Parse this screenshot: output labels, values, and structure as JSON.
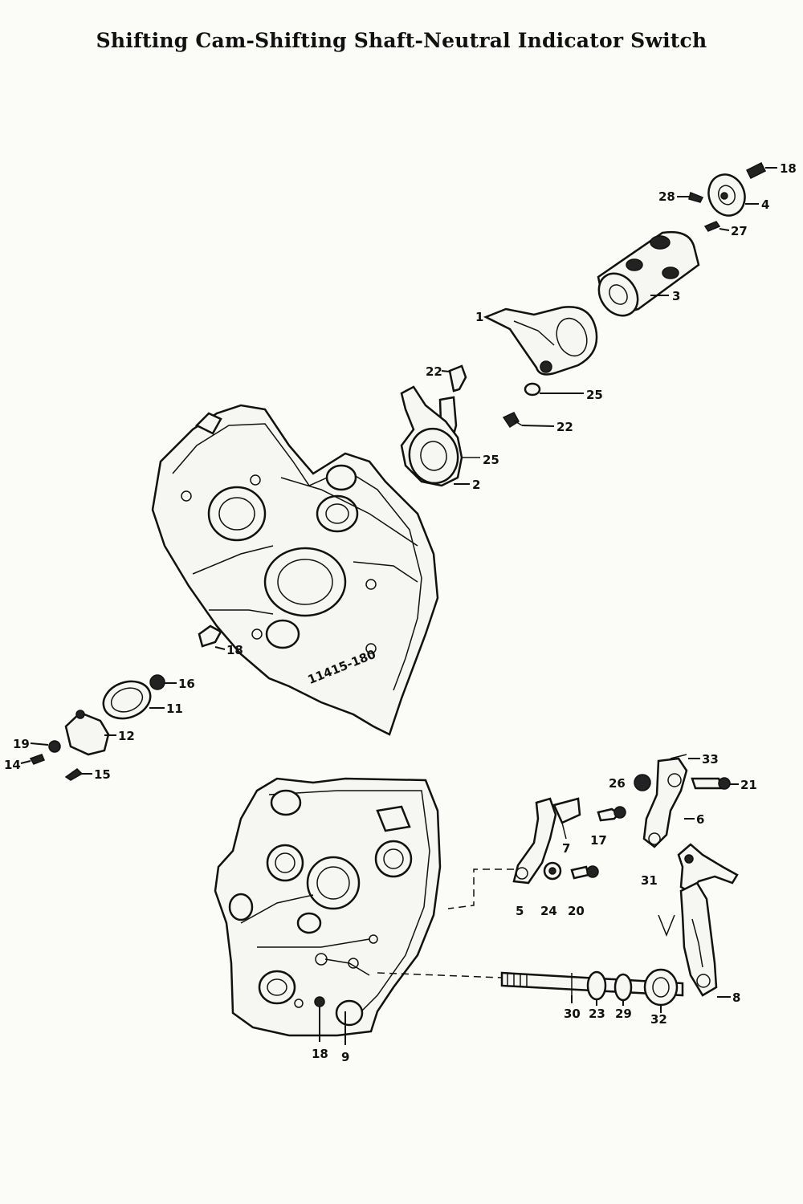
{
  "title": "Shifting Cam-Shifting Shaft-Neutral Indicator Switch",
  "case_stamp": "11415-180",
  "callouts": {
    "c18a": "18",
    "c4": "4",
    "c28": "28",
    "c27": "27",
    "c3": "3",
    "c1": "1",
    "c22a": "22",
    "c25a": "25",
    "c22b": "22",
    "c25b": "25",
    "c2": "2",
    "c18b": "18",
    "c16": "16",
    "c11": "11",
    "c12": "12",
    "c19": "19",
    "c14": "14",
    "c15": "15",
    "c33": "33",
    "c26": "26",
    "c21": "21",
    "c6": "6",
    "c17": "17",
    "c7": "7",
    "c31": "31",
    "c5": "5",
    "c24": "24",
    "c20": "20",
    "c8": "8",
    "c30": "30",
    "c23": "23",
    "c29": "29",
    "c32": "32",
    "c18c": "18",
    "c9": "9"
  }
}
